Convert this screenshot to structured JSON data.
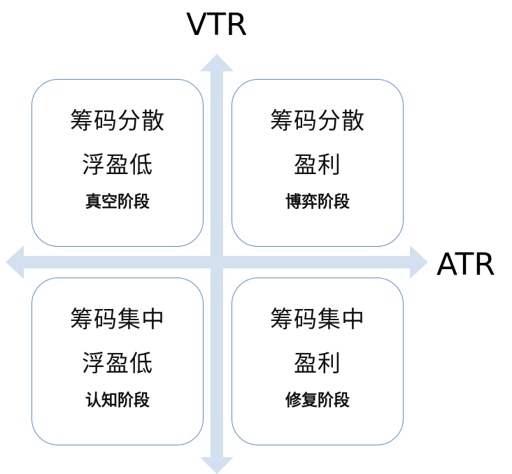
{
  "axes": {
    "vertical_label": "VTR",
    "horizontal_label": "ATR",
    "arrow_color": "#d3e0f0"
  },
  "quadrants": {
    "top_left": {
      "line1": "筹码分散",
      "line2": "浮盈低",
      "stage": "真空阶段"
    },
    "top_right": {
      "line1": "筹码分散",
      "line2": "盈利",
      "stage": "博弈阶段"
    },
    "bottom_left": {
      "line1": "筹码集中",
      "line2": "浮盈低",
      "stage": "认知阶段"
    },
    "bottom_right": {
      "line1": "筹码集中",
      "line2": "盈利",
      "stage": "修复阶段"
    }
  },
  "border_color": "#5a8ac9"
}
